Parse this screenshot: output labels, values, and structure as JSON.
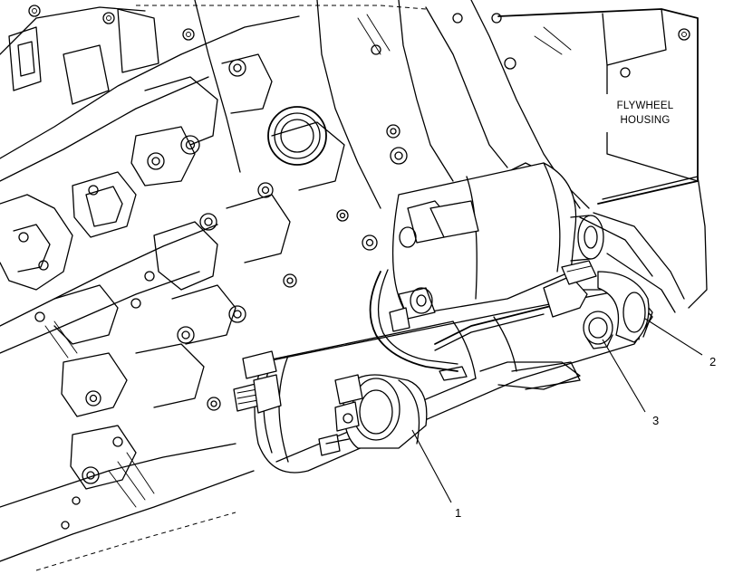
{
  "callouts": {
    "housing_label_line1": "FLYWHEEL",
    "housing_label_line2": "HOUSING",
    "item1": "1",
    "item2": "2",
    "item3": "3"
  }
}
